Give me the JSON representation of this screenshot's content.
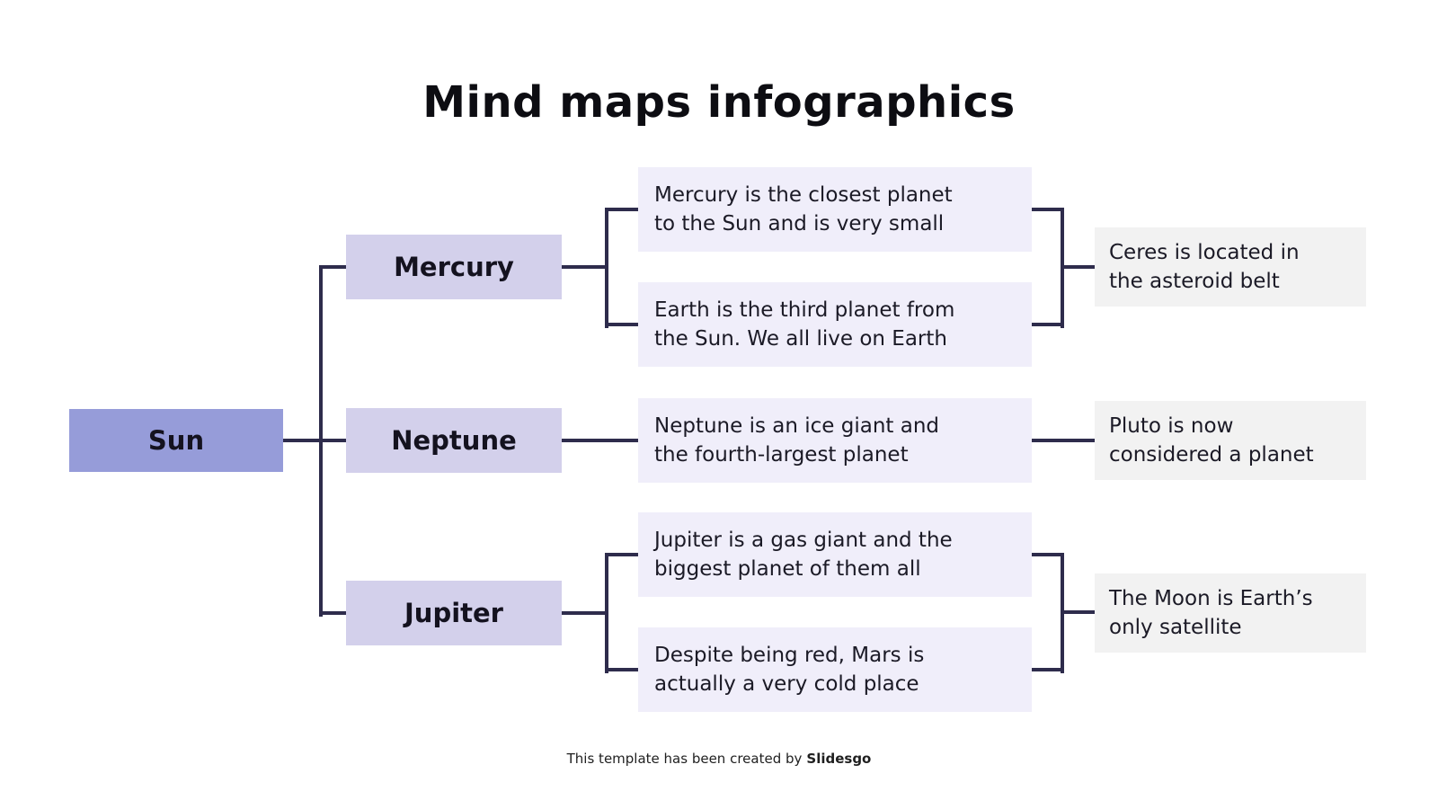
{
  "slide": {
    "title": "Mind maps infographics",
    "footer": {
      "text": "This template has been created by",
      "brand": "Slidesgo"
    }
  },
  "mindmap": {
    "root": {
      "label": "Sun"
    },
    "branches": [
      {
        "label": "Mercury",
        "facts": [
          {
            "text": "Mercury is the closest planet\nto the Sun and is very small"
          },
          {
            "text": "Earth is the third planet from\nthe Sun. We all live on Earth"
          }
        ],
        "note": {
          "text": "Ceres is located in\nthe asteroid belt"
        }
      },
      {
        "label": "Neptune",
        "facts": [
          {
            "text": "Neptune is an ice giant and\nthe fourth-largest planet"
          }
        ],
        "note": {
          "text": "Pluto is now\nconsidered a planet"
        }
      },
      {
        "label": "Jupiter",
        "facts": [
          {
            "text": "Jupiter is a gas giant and the\nbiggest planet of them all"
          },
          {
            "text": "Despite being red, Mars is\nactually a very cold place"
          }
        ],
        "note": {
          "text": "The Moon is Earth’s\nonly satellite"
        }
      }
    ]
  },
  "colors": {
    "root-bg": "#969CD9",
    "branch-bg": "#D3D0EB",
    "fact-bg": "#F0EEFA",
    "note-bg": "#F2F2F2",
    "line": "#2E2C4C",
    "title-ink": "#0D0D12",
    "ink": "#1B1A26"
  }
}
